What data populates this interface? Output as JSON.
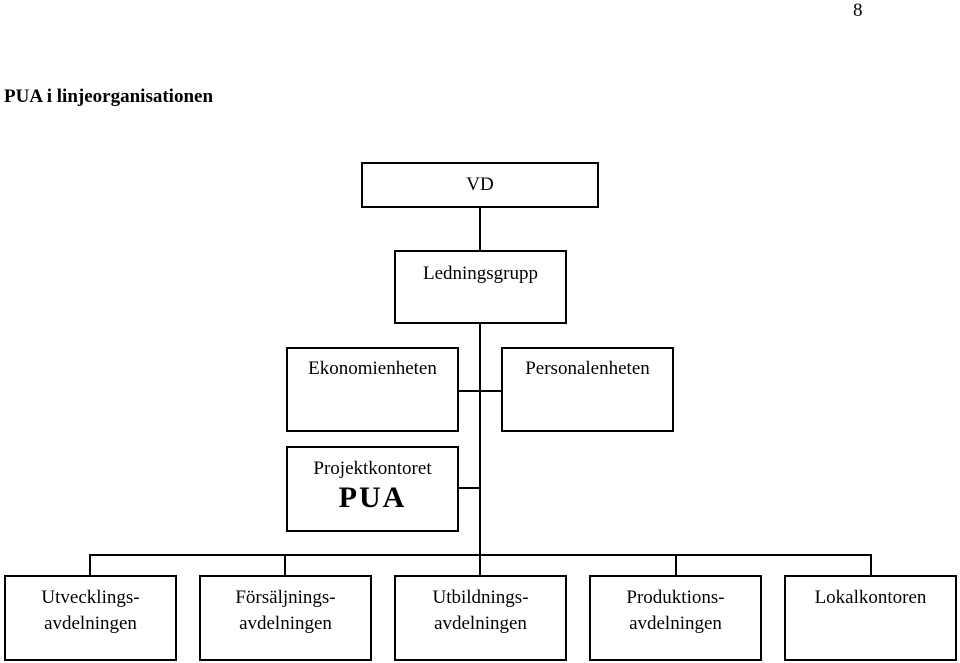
{
  "page_number": "8",
  "title": "PUA i linjeorganisationen",
  "org_chart": {
    "vd": "VD",
    "ledningsgrupp": "Ledningsgrupp",
    "ekonomienheten": "Ekonomienheten",
    "personalenheten": "Personalenheten",
    "projektkontoret": {
      "line1": "Projektkontoret",
      "line2": "PUA"
    },
    "departments": [
      {
        "line1": "Utvecklings-",
        "line2": "avdelningen"
      },
      {
        "line1": "Försäljnings-",
        "line2": "avdelningen"
      },
      {
        "line1": "Utbildnings-",
        "line2": "avdelningen"
      },
      {
        "line1": "Produktions-",
        "line2": "avdelningen"
      },
      {
        "line1": "Lokalkontoren",
        "line2": ""
      }
    ]
  }
}
